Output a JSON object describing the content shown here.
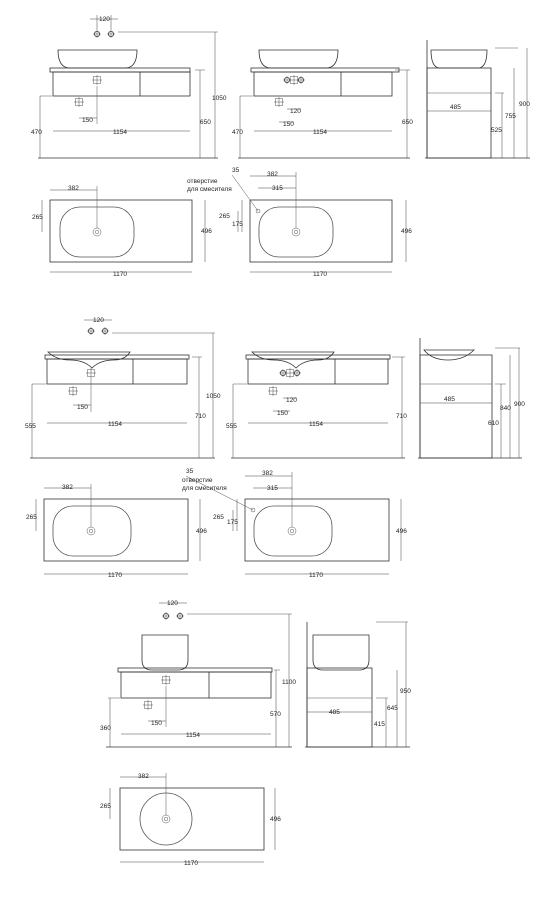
{
  "row1": {
    "front_a": {
      "d_holes": "120",
      "d_height": "1050",
      "d_body": "650",
      "d_floor": "470",
      "d_drain": "150",
      "d_width": "1154"
    },
    "front_b": {
      "d_holes": "120",
      "d_body": "650",
      "d_floor": "470",
      "d_drain": "150",
      "d_width": "1154"
    },
    "side": {
      "d_depth": "485",
      "d_h1": "525",
      "d_h2": "755",
      "d_h3": "900"
    },
    "top_a": {
      "d_center": "382",
      "d_y": "265",
      "d_depth": "496",
      "d_width": "1170"
    },
    "top_b": {
      "d_35": "35",
      "note_1": "отверстие",
      "note_2": "для смесителя",
      "d_center": "382",
      "d_mixer": "315",
      "d_y1": "265",
      "d_y2": "175",
      "d_depth": "496",
      "d_width": "1170"
    }
  },
  "row2": {
    "front_a": {
      "d_holes": "120",
      "d_height": "1050",
      "d_body": "710",
      "d_floor": "555",
      "d_drain": "150",
      "d_width": "1154"
    },
    "front_b": {
      "d_holes": "120",
      "d_body": "710",
      "d_floor": "555",
      "d_drain": "150",
      "d_width": "1154"
    },
    "side": {
      "d_depth": "485",
      "d_h1": "610",
      "d_h2": "840",
      "d_h3": "900"
    },
    "top_a": {
      "d_center": "382",
      "d_y": "265",
      "d_depth": "496",
      "d_width": "1170"
    },
    "top_b": {
      "d_35": "35",
      "note_1": "отверстие",
      "note_2": "для смесителя",
      "d_center": "382",
      "d_mixer": "315",
      "d_y1": "265",
      "d_y2": "175",
      "d_depth": "496",
      "d_width": "1170"
    }
  },
  "row3": {
    "front": {
      "d_holes": "120",
      "d_height": "1100",
      "d_body": "570",
      "d_floor": "360",
      "d_drain": "150",
      "d_width": "1154"
    },
    "side": {
      "d_depth": "485",
      "d_h1": "415",
      "d_h2": "645",
      "d_h3": "950"
    },
    "top": {
      "d_center": "382",
      "d_y": "265",
      "d_depth": "496",
      "d_width": "1170"
    }
  }
}
